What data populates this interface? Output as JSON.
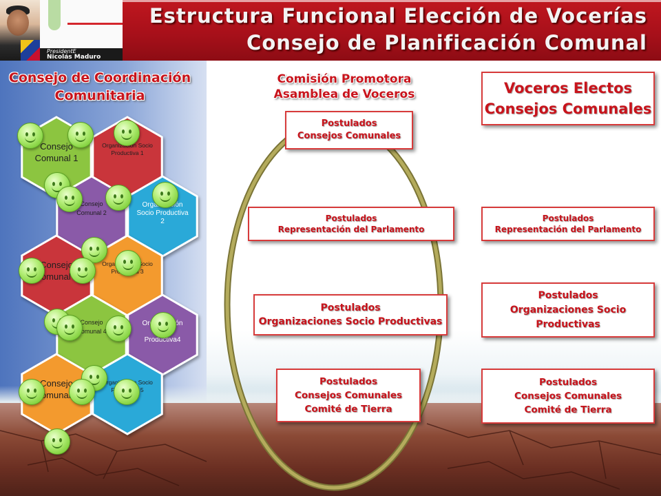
{
  "header": {
    "title_line1": "Estructura Funcional Elección de Vocerías",
    "title_line2": "Consejo de Planificación Comunal",
    "president_title": "PresidentE",
    "president_name": "Nicolás Maduro"
  },
  "left_section": {
    "title_line1": "Consejo de Coordinación",
    "title_line2": "Comunitaria",
    "hexagons": [
      {
        "label": "Consejo Comunal 1",
        "kind": "consejo",
        "color": "#8cc540"
      },
      {
        "label": "Organización Socio Productiva 1",
        "kind": "org",
        "color": "#c9353a"
      },
      {
        "label": "Consejo Comunal 2",
        "kind": "consejo",
        "color": "#8a5aa8"
      },
      {
        "label": "Organización Socio Productiva 2",
        "kind": "org",
        "color": "#2aa9d8"
      },
      {
        "label": "Consejo Comunal 3",
        "kind": "consejo",
        "color": "#c9353a"
      },
      {
        "label": "Organización Socio Productiva 3",
        "kind": "org",
        "color": "#f39a2e"
      },
      {
        "label": "Consejo Comunal 4",
        "kind": "consejo",
        "color": "#8cc540"
      },
      {
        "label": "Organización socio Productiva4",
        "kind": "org",
        "color": "#8a5aa8"
      },
      {
        "label": "Consejo Comunal 5",
        "kind": "consejo",
        "color": "#f39a2e"
      },
      {
        "label": "Organización Socio Productiva 5",
        "kind": "org",
        "color": "#2aa9d8"
      }
    ]
  },
  "middle_section": {
    "title_line1": "Comisión Promotora",
    "title_line2": "Asamblea de Voceros",
    "boxes": [
      {
        "line1": "Postulados",
        "line2": "Consejos Comunales",
        "line3": ""
      },
      {
        "line1": "Postulados",
        "line2": "Representación del Parlamento",
        "line3": ""
      },
      {
        "line1": "Postulados",
        "line2": "Organizaciones Socio Productivas",
        "line3": ""
      },
      {
        "line1": "Postulados",
        "line2": "Consejos Comunales",
        "line3": "Comité de Tierra"
      }
    ]
  },
  "right_section": {
    "title_line1": "Voceros Electos",
    "title_line2": "Consejos Comunales",
    "boxes": [
      {
        "line1": "Postulados",
        "line2": "Representación del Parlamento",
        "line3": ""
      },
      {
        "line1": "Postulados",
        "line2": "Organizaciones Socio",
        "line3": "Productivas"
      },
      {
        "line1": "Postulados",
        "line2": "Consejos Comunales",
        "line3": "Comité de Tierra"
      }
    ]
  },
  "colors": {
    "title_red": "#c8141c",
    "header_red": "#b0121b",
    "ellipse_olive": "#a39a4e",
    "face_green": "#9bdc58"
  }
}
